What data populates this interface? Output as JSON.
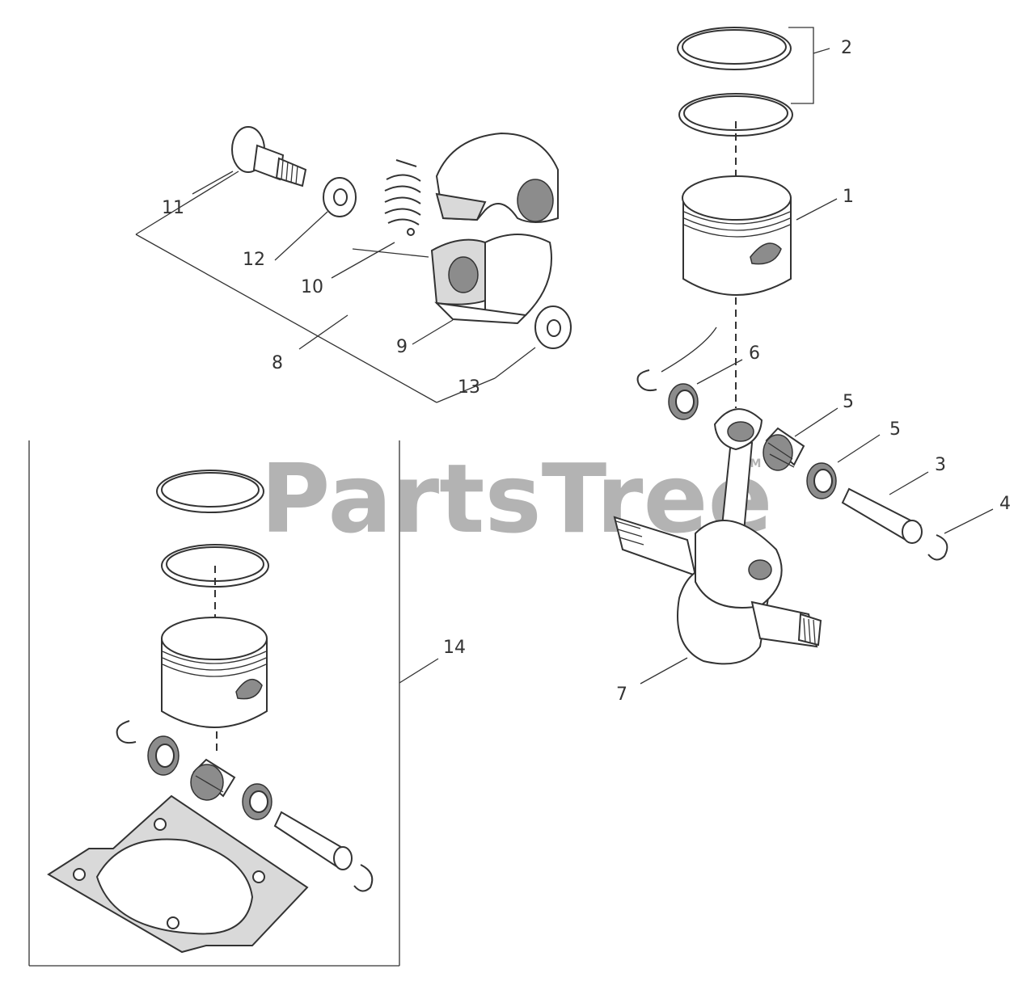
{
  "watermark": {
    "text": "PartsTree",
    "tm": "TM"
  },
  "labels": {
    "l1": "1",
    "l2": "2",
    "l3": "3",
    "l4": "4",
    "l5a": "5",
    "l5b": "5",
    "l6": "6",
    "l7": "7",
    "l8": "8",
    "l9": "9",
    "l10": "10",
    "l11": "11",
    "l12": "12",
    "l13": "13",
    "l14": "14"
  }
}
